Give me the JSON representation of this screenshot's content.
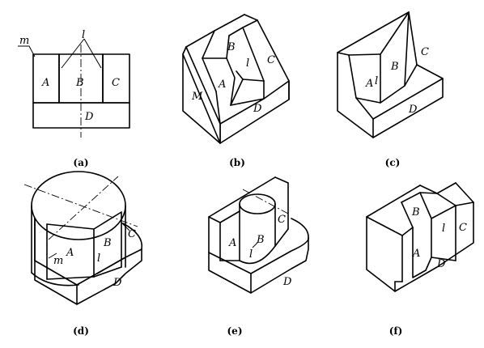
{
  "captions": {
    "a": "(a)",
    "b": "(b)",
    "c": "(c)",
    "d": "(d)",
    "e": "(e)",
    "f": "(f)"
  },
  "labels": {
    "m": "m",
    "l": "l",
    "A": "A",
    "B": "B",
    "C": "C",
    "D": "D",
    "M": "M"
  }
}
